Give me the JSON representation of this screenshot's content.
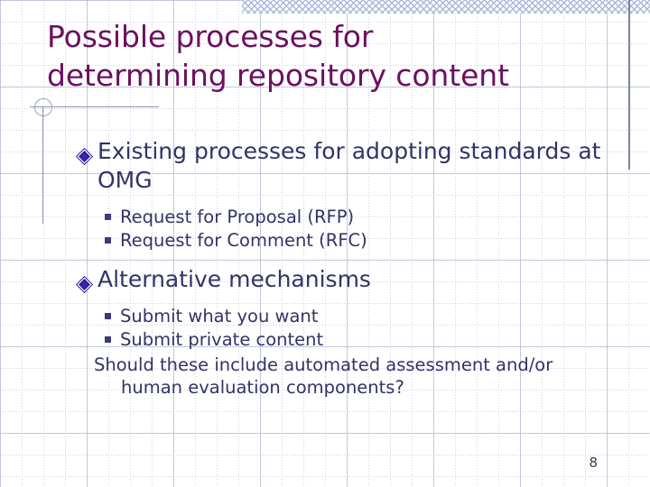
{
  "slide": {
    "title_line1": "Possible processes for",
    "title_line2": "determining repository content",
    "number": "8",
    "title_color": "#6B1060",
    "body_color": "#333366",
    "accent_rule_color": "#8e94bb",
    "bullet_gem_fill": "#3B1E9E",
    "bullet_square_fill": "#3b3b7a"
  },
  "content": {
    "blocks": [
      {
        "level1": "Existing processes for adopting standards at OMG",
        "level2": [
          "Request for Proposal (RFP)",
          "Request for Comment (RFC)"
        ]
      },
      {
        "level1": "Alternative mechanisms",
        "level2": [
          "Submit what you want",
          "Submit private content"
        ],
        "paragraph_line1": "Should these include automated assessment and/or",
        "paragraph_line2": "human evaluation components?"
      }
    ]
  },
  "decor": {
    "top_band_name": "hatched-band",
    "circle_name": "circle-ornament"
  }
}
